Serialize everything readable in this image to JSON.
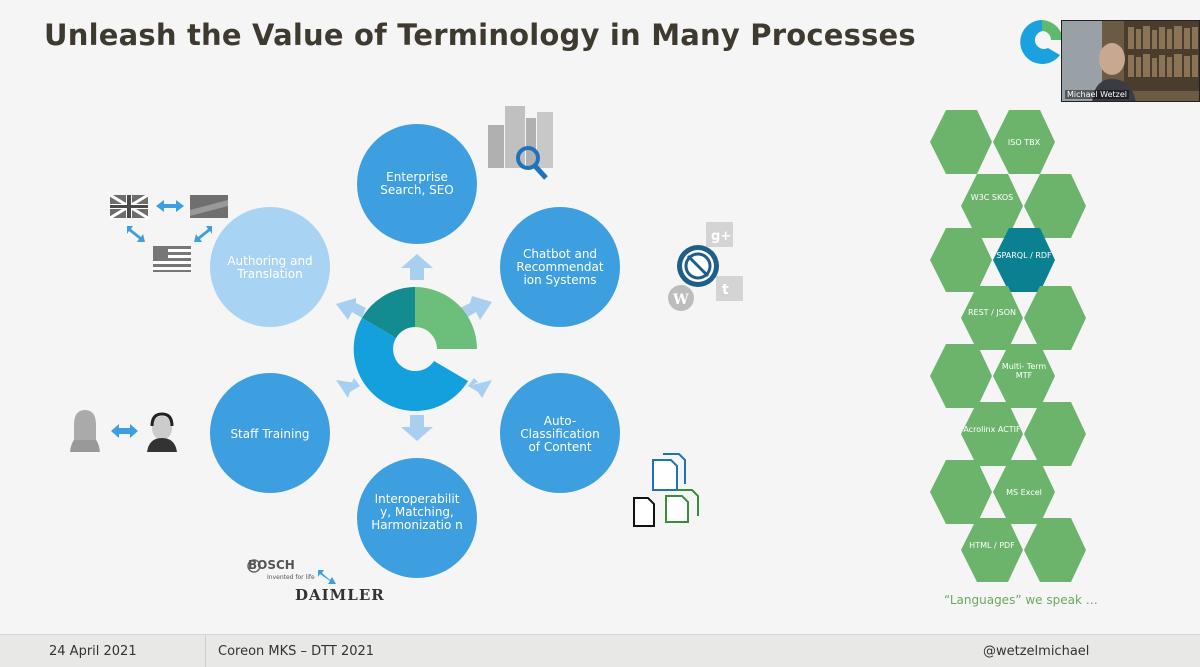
{
  "slide": {
    "title": "Unleash the Value of Terminology in Many Processes"
  },
  "circles": {
    "enterprise": "Enterprise Search, SEO",
    "chatbot": "Chatbot and Recommendat ion Systems",
    "auto": "Auto- Classification of Content",
    "interop": "Interoperabilit y, Matching, Harmonizatio n",
    "staff": "Staff Training",
    "authoring": "Authoring and Translation"
  },
  "hexagons": {
    "iso": "ISO TBX",
    "w3c": "W3C SKOS",
    "sparql": "SPARQL / RDF",
    "rest": "REST / JSON",
    "multiterm": "Multi- Term MTF",
    "acrolinx": "Acrolinx ACTIF",
    "msexcel": "MS Excel",
    "html": "HTML / PDF"
  },
  "languages_caption": "“Languages” we speak …",
  "logos": {
    "bosch": "BOSCH",
    "bosch_tagline": "Invented for life",
    "daimler": "DAIMLER"
  },
  "webcam": {
    "name": "Michael Wetzel"
  },
  "footer": {
    "date": "24 April 2021",
    "event": "Coreon MKS – DTT 2021",
    "handle": "@wetzelmichael"
  },
  "icons": [
    "coreon-logo-icon",
    "flag-uk-icon",
    "flag-generic-icon",
    "flag-greece-icon",
    "arrow-icon",
    "buildings-search-icon",
    "google-plus-icon",
    "twitter-icon",
    "wordpress-icon",
    "chatbot-icon",
    "documents-icon",
    "person-female-icon",
    "person-headset-icon"
  ],
  "colors": {
    "circle_blue": "#3d9fe0",
    "circle_light": "#a9d3f2",
    "hex_green": "#6cb46c",
    "hex_teal": "#0b8090",
    "logo_green": "#5fba6e",
    "logo_blue": "#1aa1df"
  }
}
